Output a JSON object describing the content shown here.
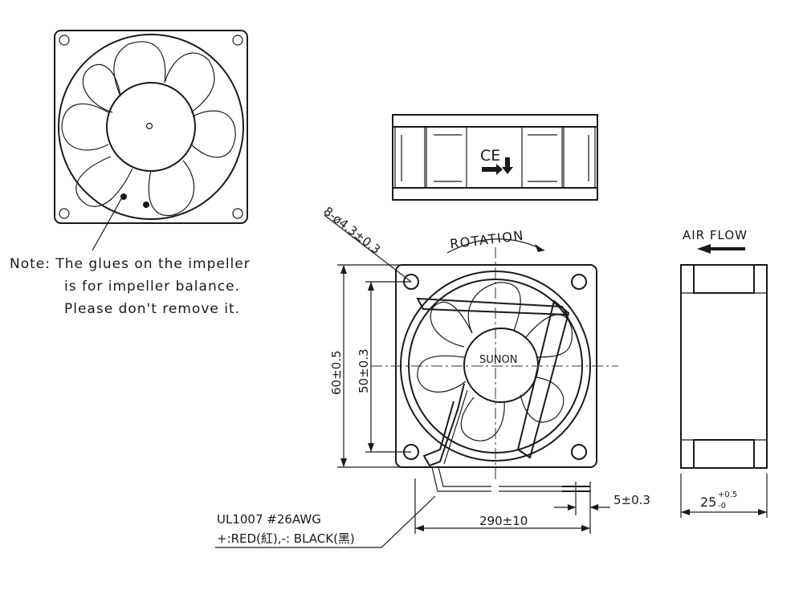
{
  "note": {
    "line1": "Note: The glues on the impeller",
    "line2": "is for impeller balance.",
    "line3": "Please don't remove it."
  },
  "labels": {
    "rotation": "ROTATION",
    "air_flow": "AIR FLOW",
    "hub_brand": "SUNON",
    "ce_mark": "CE"
  },
  "dimensions": {
    "hole": "8-ø4.3±0.3",
    "outer_height": "60±0.5",
    "hole_pitch": "50±0.3",
    "lead_strip": "5±0.3",
    "lead_length": "290±10",
    "thickness_base": "25",
    "thickness_upper": "+0.5",
    "thickness_lower": "-0"
  },
  "wire": {
    "spec": "UL1007 #26AWG",
    "polarity": "+:RED(紅),-: BLACK(黑)"
  }
}
